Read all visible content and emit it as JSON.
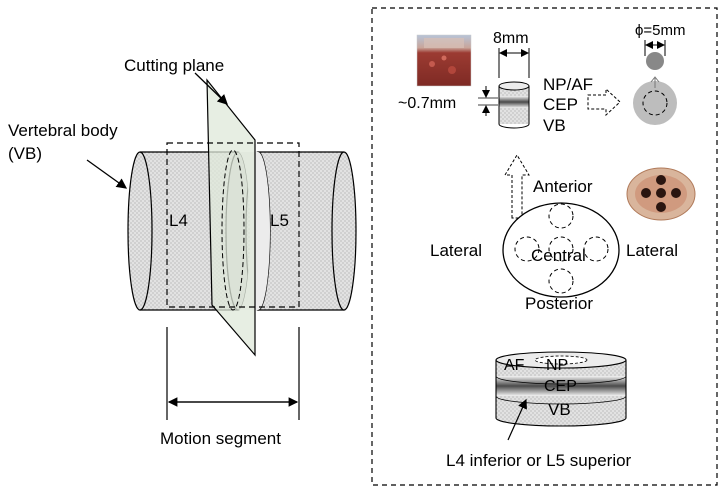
{
  "left_panel": {
    "vertebral_body_label_line1": "Vertebral body",
    "vertebral_body_label_line2": "(VB)",
    "cutting_plane_label": "Cutting plane",
    "l4_label": "L4",
    "l5_label": "L5",
    "motion_segment_label": "Motion segment"
  },
  "right_panel": {
    "width_label": "8mm",
    "diameter_label": "ϕ=5mm",
    "thickness_label": "~0.7mm",
    "layer_np_af": "NP/AF",
    "layer_cep": "CEP",
    "layer_vb": "VB",
    "anterior_label": "Anterior",
    "lateral_left_label": "Lateral",
    "lateral_right_label": "Lateral",
    "central_label": "Central",
    "posterior_label": "Posterior",
    "disc_af_label": "AF",
    "disc_np_label": "NP",
    "disc_cep_label": "CEP",
    "disc_vb_label": "VB",
    "bottom_caption": "L4 inferior or L5 superior"
  },
  "colors": {
    "bone_fill": "#d8d8d8",
    "plane_fill": "#dfe8d9",
    "tissue_red": "#9c3b32",
    "cep_gray": "#6f6f6f"
  }
}
